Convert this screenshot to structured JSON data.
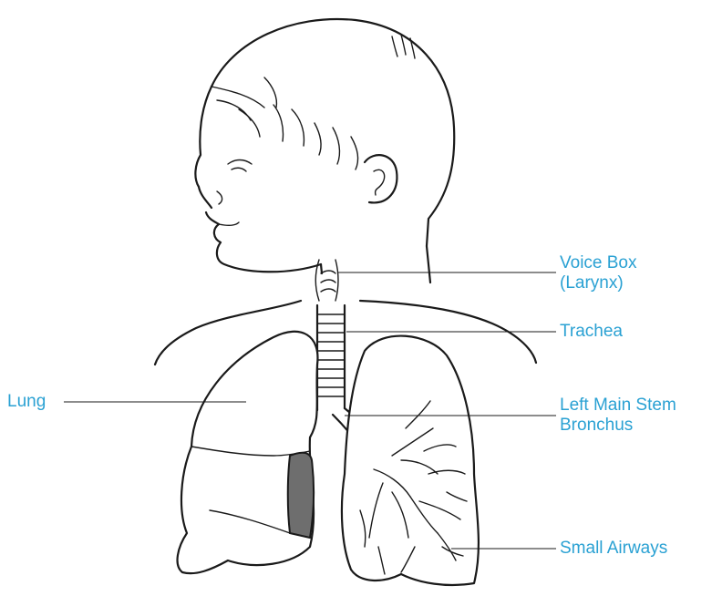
{
  "labels": {
    "voice_box_line1": "Voice Box",
    "voice_box_line2": "(Larynx)",
    "trachea": "Trachea",
    "lung": "Lung",
    "bronchus_line1": "Left Main Stem",
    "bronchus_line2": "Bronchus",
    "small_airways": "Small Airways"
  },
  "colors": {
    "label_text": "#2aa1d3",
    "outline": "#1a1a1a",
    "shaded_lung_region": "#6e6e6e"
  }
}
